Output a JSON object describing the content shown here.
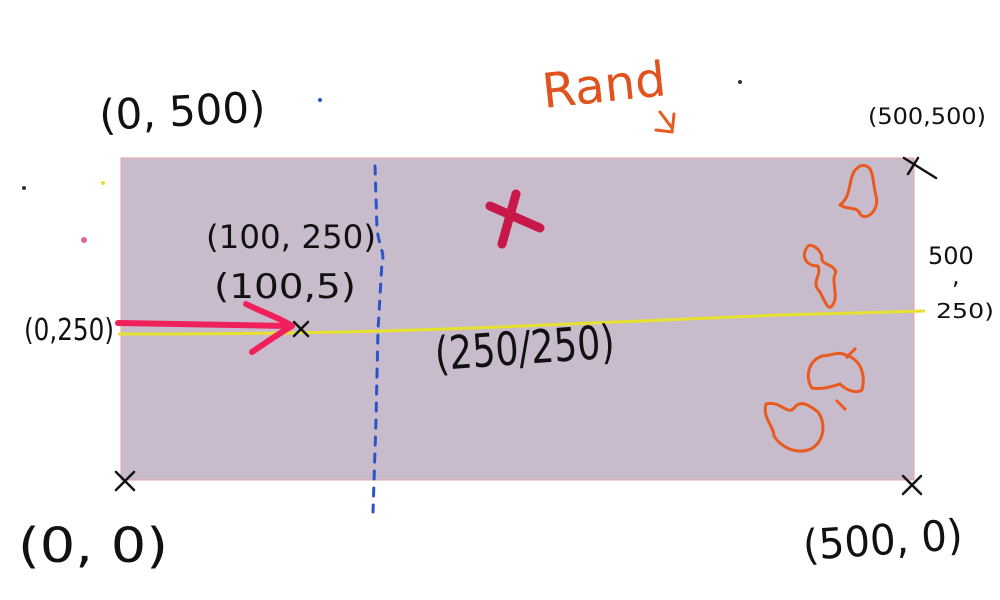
{
  "colors": {
    "field_fill": "#c8bccc",
    "field_border": "#e8a0a8",
    "midline": "#e6e02e",
    "divider": "#2a55c8",
    "arrow": "#f0205a",
    "marker": "#c8184a",
    "obstacles": "#e85a1e",
    "ink": "#111111"
  },
  "labels": {
    "top_left": "(0, 500)",
    "top_right": "(500,500)",
    "bottom_left": "(0, 0)",
    "bottom_right": "(500, 0)",
    "left_mid": "(0,250)",
    "right_mid_line1": "500",
    "right_mid_line2": ",",
    "right_mid_line3": "250)",
    "point_a": "(100, 250)",
    "point_a_sub": "(100,5)",
    "center": "(250/250)",
    "rand": "Rand"
  },
  "icons": {
    "corner_markers": "x-mark-icon",
    "random_marker": "x-mark-icon",
    "start_arrow": "arrow-right-icon",
    "rand_arrow": "arrow-down-right-icon"
  }
}
